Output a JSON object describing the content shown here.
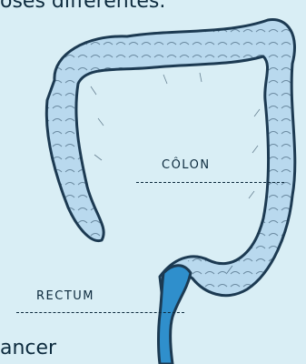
{
  "header": {
    "text": "oses différentes."
  },
  "footer": {
    "text": "ancer"
  },
  "labels": {
    "colon": "CÔLON",
    "rectum": "RECTUM"
  },
  "colors": {
    "background": "#d9eef5",
    "colon_fill": "#b9d9ee",
    "rectum_fill": "#2f8fcc",
    "outline": "#1c3a52"
  }
}
